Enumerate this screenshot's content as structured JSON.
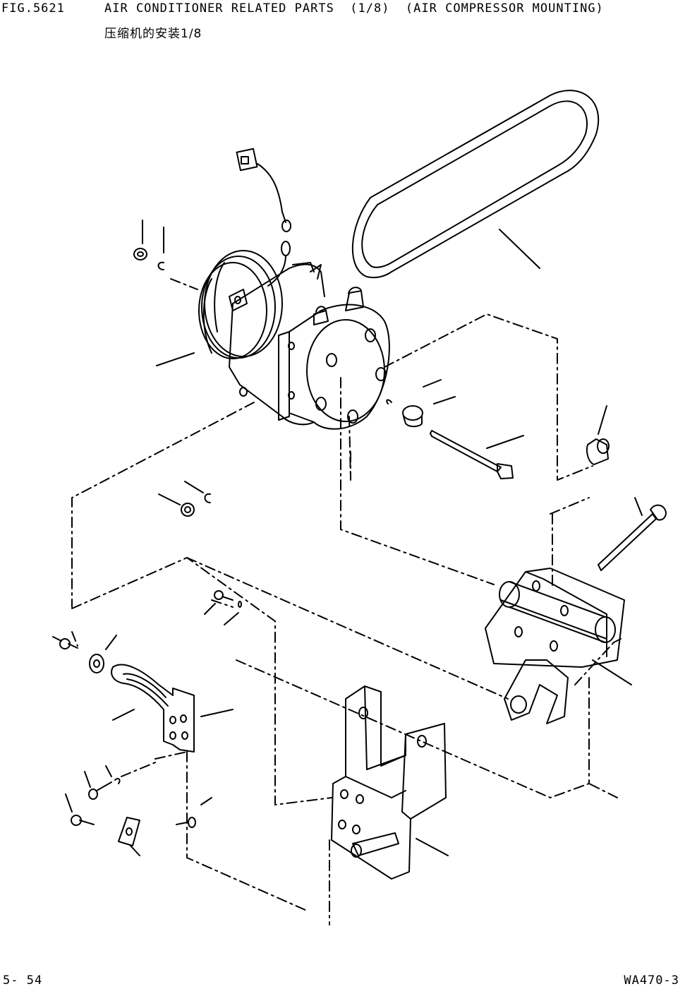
{
  "header": {
    "figure_number": "FIG.5621",
    "title": "AIR CONDITIONER RELATED PARTS  (1/8)  (AIR COMPRESSOR MOUNTING)",
    "subtitle": "压缩机的安装1/8"
  },
  "footer": {
    "page_number": "5- 54",
    "model": "WA470-3"
  },
  "drawing": {
    "parts": [
      "compressor",
      "v-belt",
      "wire-harness-connector",
      "idler-bracket",
      "bolt",
      "nut",
      "washer",
      "spacer",
      "adjuster-bracket",
      "mounting-bracket",
      "plate-nut"
    ]
  }
}
